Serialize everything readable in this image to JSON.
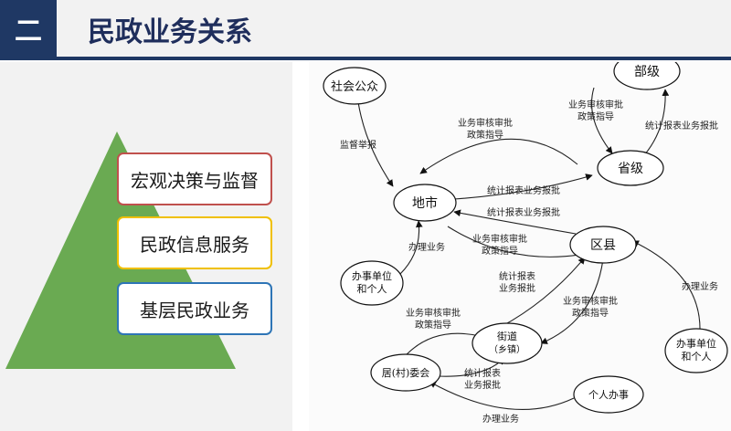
{
  "header": {
    "badge": "二",
    "title": "民政业务关系"
  },
  "tiers": [
    {
      "label": "宏观决策与监督"
    },
    {
      "label": "民政信息服务"
    },
    {
      "label": "基层民政业务"
    }
  ],
  "diagram": {
    "nodes": {
      "public": "社会公众",
      "ministry": "部级",
      "province": "省级",
      "city": "地市",
      "county": "区县",
      "unit_left_1": "办事单位",
      "unit_left_2": "和个人",
      "unit_right_1": "办事单位",
      "unit_right_2": "和个人",
      "street_1": "街道",
      "street_2": "（乡镇）",
      "village": "居(村)委会",
      "personal": "个人办事"
    },
    "edges": {
      "supervise_report": "监督举报",
      "city_province_1": "业务审核审批",
      "city_province_2": "政策指导",
      "ministry_province_1": "业务审核审批",
      "ministry_province_2": "政策指导",
      "stat_report_upper": "统计报表业务报批",
      "stat_report_city_a": "统计报表业务报批",
      "stat_report_city_b": "统计报表业务报批",
      "city_county_1": "业务审核审批",
      "city_county_2": "政策指导",
      "handle_left": "办理业务",
      "street_county_1": "统计报表",
      "street_county_2": "业务报批",
      "county_street_1": "业务审核审批",
      "county_street_2": "政策指导",
      "street_village_1": "业务审核审批",
      "street_village_2": "政策指导",
      "village_street_1": "统计报表",
      "village_street_2": "业务报批",
      "handle_right": "办理业务",
      "handle_bottom": "办理业务"
    }
  }
}
